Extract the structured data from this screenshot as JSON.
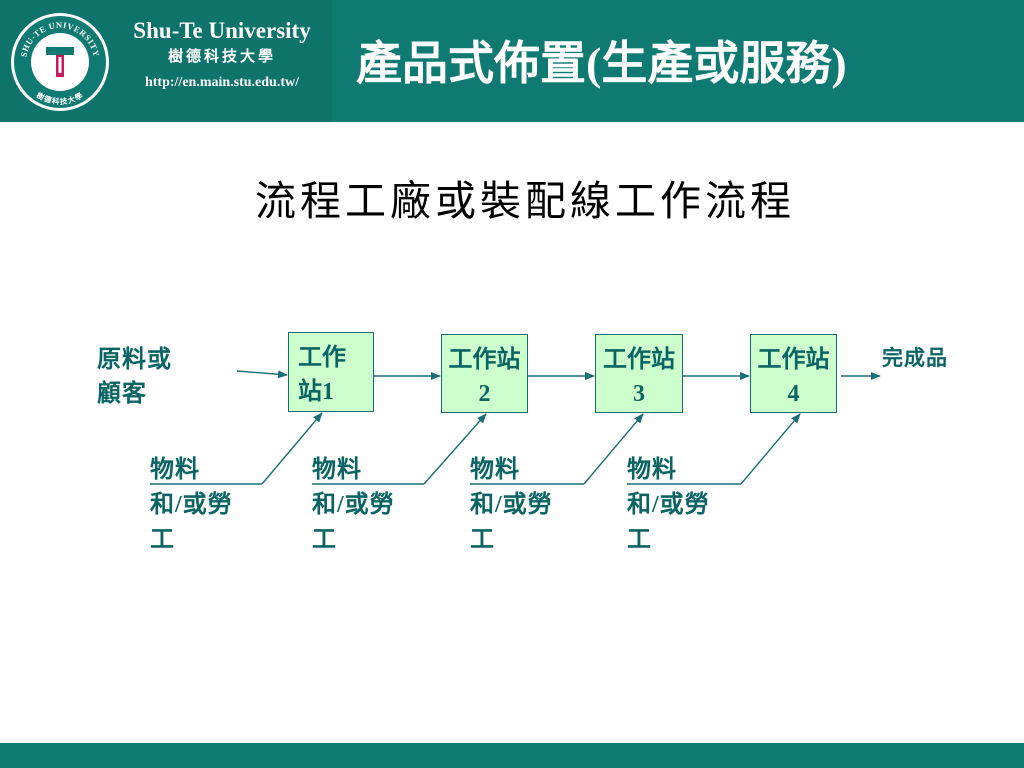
{
  "header": {
    "university_en": "Shu-Te University",
    "university_zh": "樹德科技大學",
    "url": "http://en.main.stu.edu.tw/",
    "slide_title": "產品式佈置(生產或服務)"
  },
  "logo": {
    "ring_text_top": "SHU-TE UNIVERSITY",
    "ring_text_bottom": "樹德科技大學"
  },
  "subtitle": "流程工廠或裝配線工作流程",
  "flow": {
    "input": {
      "line1": "原料或",
      "line2": "顧客"
    },
    "stations": [
      {
        "line1": "工作",
        "line2": "站1"
      },
      {
        "line1": "工作站",
        "line2": "2"
      },
      {
        "line1": "工作站",
        "line2": "3"
      },
      {
        "line1": "工作站",
        "line2": "4"
      }
    ],
    "output": "完成品",
    "resources": [
      {
        "line1": "物料",
        "line2": "和/或勞",
        "line3": "工"
      },
      {
        "line1": "物料",
        "line2": "和/或勞",
        "line3": "工"
      },
      {
        "line1": "物料",
        "line2": "和/或勞",
        "line3": "工"
      },
      {
        "line1": "物料",
        "line2": "和/或勞",
        "line3": "工"
      }
    ]
  },
  "colors": {
    "header_band": "#0f7a72",
    "diagram_text": "#0b6464",
    "station_fill": "#ccffcc",
    "station_border": "#127070",
    "arrow": "#1a6e78",
    "logo_accent": "#c8195a"
  }
}
